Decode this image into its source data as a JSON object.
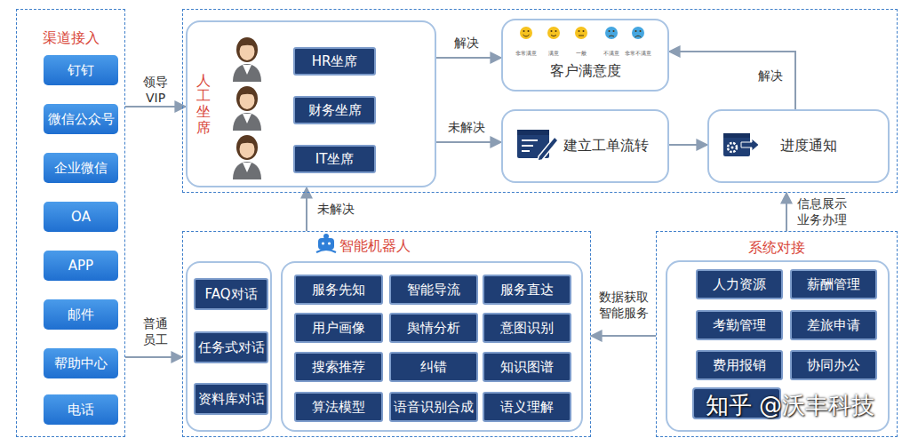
{
  "diagram": {
    "nodes": [
      {
        "text": [
          "渠道接入"
        ]
      },
      {
        "text": [
          "钉钉"
        ],
        "in": 0
      },
      {
        "text": [
          "微信公众号"
        ],
        "in": 0
      },
      {
        "text": [
          "企业微信"
        ],
        "in": 0
      },
      {
        "text": [
          "OA"
        ],
        "in": 0
      },
      {
        "text": [
          "APP"
        ],
        "in": 0
      },
      {
        "text": [
          "邮件"
        ],
        "in": 0
      },
      {
        "text": [
          "帮助中心"
        ],
        "in": 0
      },
      {
        "text": [
          "电话"
        ],
        "in": 0
      },
      {
        "text": []
      },
      {
        "text": [
          "人工坐席"
        ],
        "in": 9
      },
      {
        "text": [
          "HR坐席"
        ],
        "in": 10
      },
      {
        "text": [
          "财务坐席"
        ],
        "in": 10
      },
      {
        "text": [
          "IT坐席"
        ],
        "in": 10
      },
      {
        "text": [
          "客户满意度"
        ],
        "in": 9
      },
      {
        "text": [
          "建立工单流转"
        ],
        "in": 9
      },
      {
        "text": [
          "进度通知"
        ],
        "in": 9
      },
      {
        "text": [
          "智能机器人"
        ]
      },
      {
        "text": [],
        "in": 17
      },
      {
        "text": [
          "FAQ对话"
        ],
        "in": 18
      },
      {
        "text": [
          "任务式对话"
        ],
        "in": 18
      },
      {
        "text": [
          "资料库对话"
        ],
        "in": 18
      },
      {
        "text": [],
        "in": 17
      },
      {
        "text": [
          "服务先知"
        ],
        "in": 22
      },
      {
        "text": [
          "智能导流"
        ],
        "in": 22
      },
      {
        "text": [
          "服务直达"
        ],
        "in": 22
      },
      {
        "text": [
          "用户画像"
        ],
        "in": 22
      },
      {
        "text": [
          "舆情分析"
        ],
        "in": 22
      },
      {
        "text": [
          "意图识别"
        ],
        "in": 22
      },
      {
        "text": [
          "搜索推荐"
        ],
        "in": 22
      },
      {
        "text": [
          "纠错"
        ],
        "in": 22
      },
      {
        "text": [
          "知识图谱"
        ],
        "in": 22
      },
      {
        "text": [
          "算法模型"
        ],
        "in": 22
      },
      {
        "text": [
          "语音识别合成"
        ],
        "in": 22
      },
      {
        "text": [
          "语义理解"
        ],
        "in": 22
      },
      {
        "text": [
          "系统对接"
        ]
      },
      {
        "text": [],
        "in": 35
      },
      {
        "text": [
          "人力资源"
        ],
        "in": 36
      },
      {
        "text": [
          "薪酬管理"
        ],
        "in": 36
      },
      {
        "text": [
          "考勤管理"
        ],
        "in": 36
      },
      {
        "text": [
          "差旅申请"
        ],
        "in": 36
      },
      {
        "text": [
          "费用报销"
        ],
        "in": 36
      },
      {
        "text": [
          "协同办公"
        ],
        "in": 36
      }
    ],
    "edges": [
      {
        "from": 0,
        "to": 10,
        "label": "领导 VIP",
        "arrow": "to"
      },
      {
        "from": 0,
        "to": 17,
        "label": "普通 员工",
        "arrow": "to"
      },
      {
        "from": 10,
        "to": 14,
        "label": "解决",
        "arrow": "to"
      },
      {
        "from": 10,
        "to": 15,
        "label": "未解决",
        "arrow": "to"
      },
      {
        "from": 15,
        "to": 16,
        "arrow": "to"
      },
      {
        "from": 16,
        "to": 14,
        "label": "解决",
        "arrow": "to"
      },
      {
        "from": 17,
        "to": 10,
        "label": "未解决",
        "arrow": "to"
      },
      {
        "from": 35,
        "to": 17,
        "label": "数据获取 智能服务",
        "arrow": "to"
      },
      {
        "from": 35,
        "to": 9,
        "label": "信息展示 业务办理",
        "arrow": "to"
      }
    ],
    "labels": [
      "非常满意",
      "满意",
      "一般",
      "不满意",
      "非常不满意",
      "知乎 @沃丰科技"
    ]
  }
}
